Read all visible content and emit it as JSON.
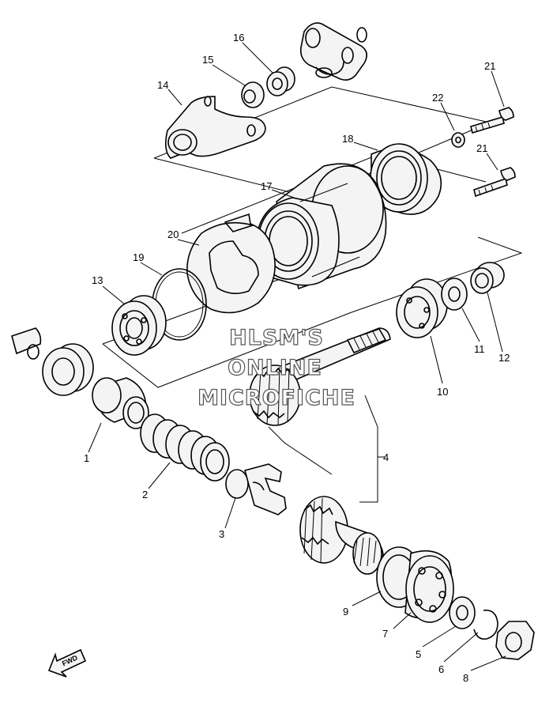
{
  "diagram": {
    "parts": [
      {
        "id": "part-1",
        "label": "1"
      },
      {
        "id": "part-2",
        "label": "2"
      },
      {
        "id": "part-3",
        "label": "3"
      },
      {
        "id": "part-4",
        "label": "4"
      },
      {
        "id": "part-5",
        "label": "5"
      },
      {
        "id": "part-6",
        "label": "6"
      },
      {
        "id": "part-7",
        "label": "7"
      },
      {
        "id": "part-8",
        "label": "8"
      },
      {
        "id": "part-9",
        "label": "9"
      },
      {
        "id": "part-10",
        "label": "10"
      },
      {
        "id": "part-11",
        "label": "11"
      },
      {
        "id": "part-12",
        "label": "12"
      },
      {
        "id": "part-13",
        "label": "13"
      },
      {
        "id": "part-14",
        "label": "14"
      },
      {
        "id": "part-15",
        "label": "15"
      },
      {
        "id": "part-16",
        "label": "16"
      },
      {
        "id": "part-17",
        "label": "17"
      },
      {
        "id": "part-18",
        "label": "18"
      },
      {
        "id": "part-19",
        "label": "19"
      },
      {
        "id": "part-20",
        "label": "20"
      },
      {
        "id": "part-21a",
        "label": "21"
      },
      {
        "id": "part-21b",
        "label": "21"
      },
      {
        "id": "part-22",
        "label": "22"
      }
    ],
    "watermark": [
      "HLSM'S",
      "ONLINE",
      "MICROFICHE"
    ],
    "direction_label": "FWD"
  }
}
